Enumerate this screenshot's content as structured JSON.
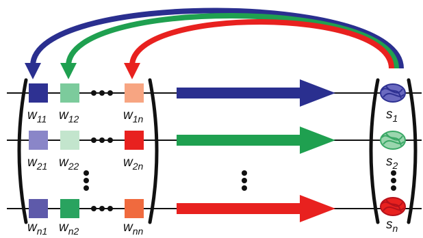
{
  "colors": {
    "blue": "#2a2f8f",
    "green": "#1fa050",
    "red": "#e8211f",
    "line": "#111111"
  },
  "matrix": {
    "rows": [
      {
        "cells": [
          {
            "sym": "w",
            "sub": "11",
            "fill": "#2e3192"
          },
          {
            "sym": "w",
            "sub": "12",
            "fill": "#7ccb9c"
          },
          {
            "sym": "w",
            "sub": "1n",
            "fill": "#f7a582"
          }
        ]
      },
      {
        "cells": [
          {
            "sym": "w",
            "sub": "21",
            "fill": "#8a86c8"
          },
          {
            "sym": "w",
            "sub": "22",
            "fill": "#c3e5cd"
          },
          {
            "sym": "w",
            "sub": "2n",
            "fill": "#e8211f"
          }
        ]
      },
      {
        "cells": [
          {
            "sym": "w",
            "sub": "n1",
            "fill": "#5e5aaa"
          },
          {
            "sym": "w",
            "sub": "n2",
            "fill": "#29a35f"
          },
          {
            "sym": "w",
            "sub": "nn",
            "fill": "#f06a3e"
          }
        ]
      }
    ]
  },
  "arrows": [
    {
      "color": "#2a2f8f"
    },
    {
      "color": "#1fa050"
    },
    {
      "color": "#e8211f"
    }
  ],
  "states": [
    {
      "sym": "s",
      "sub": "1",
      "fill": "#6a6ac0",
      "stroke": "#2e3192"
    },
    {
      "sym": "s",
      "sub": "2",
      "fill": "#9ad6ae",
      "stroke": "#3aa866"
    },
    {
      "sym": "s",
      "sub": "n",
      "fill": "#e8211f",
      "stroke": "#b5121b"
    }
  ]
}
